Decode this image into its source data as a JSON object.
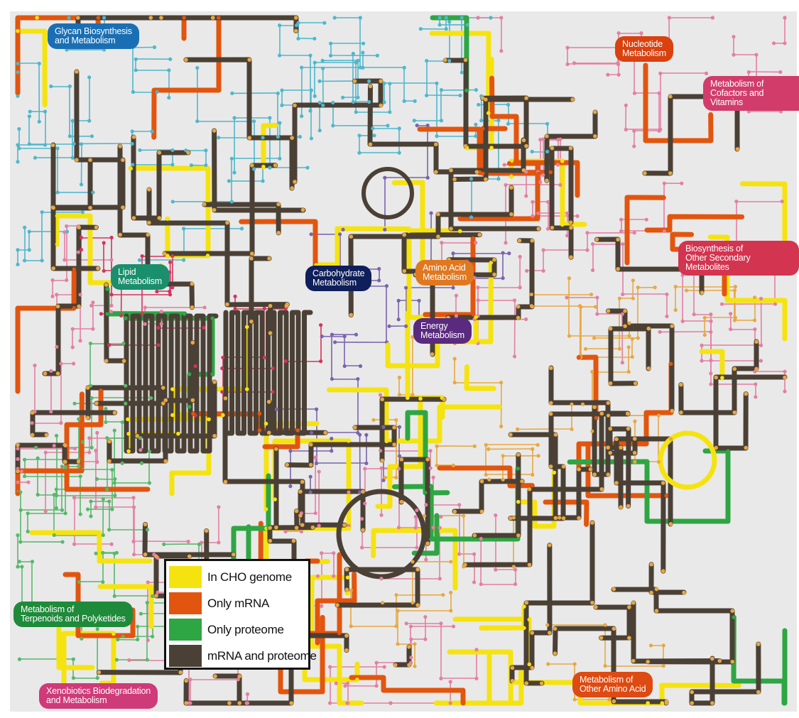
{
  "colors": {
    "background": "#e9e9e9",
    "in_cho_genome": "#f5e310",
    "only_mrna": "#e2550e",
    "only_proteome": "#2ea643",
    "mrna_and_proteome": "#4b4035",
    "cyan_nodes": "#4fb7cc",
    "pink_nodes": "#e37fa3",
    "green_nodes": "#57b86b",
    "purple_nodes": "#7a64ad",
    "orange_nodes": "#e7a842",
    "red_nodes": "#d3345c"
  },
  "labels": {
    "glycan": {
      "text": "Glycan Biosynthesis\nand Metabolism",
      "color": "#1a6fb4"
    },
    "nucleotide": {
      "text": "Nucleotide\nMetabolism",
      "color": "#d9410f"
    },
    "cofactors": {
      "text": "Metabolism of\nCofactors and Vitamins",
      "color": "#d13c6b"
    },
    "secondary": {
      "text": "Biosynthesis of\nOther Secondary Metabolites",
      "color": "#d3344f"
    },
    "lipid": {
      "text": "Lipid\nMetabolism",
      "color": "#1a8f6d"
    },
    "carbohydrate": {
      "text": "Carbohydrate\nMetabolism",
      "color": "#0f1f5a"
    },
    "amino_acid": {
      "text": "Amino Acid\nMetabolism",
      "color": "#e07820"
    },
    "energy": {
      "text": "Energy\nMetabolism",
      "color": "#5a2a7f"
    },
    "terpenoids": {
      "text": "Metabolism of\nTerpenoids and Polyketides",
      "color": "#1f8a3a"
    },
    "xenobiotics": {
      "text": "Xenobiotics Biodegradation\nand Metabolism",
      "color": "#cf3a78"
    },
    "other_amino": {
      "text": "Metabolism of\nOther Amino Acid",
      "color": "#dd4a12"
    }
  },
  "legend": [
    {
      "label": "In CHO genome",
      "color": "#f5e310"
    },
    {
      "label": "Only mRNA",
      "color": "#e2550e"
    },
    {
      "label": "Only proteome",
      "color": "#2ea643"
    },
    {
      "label": "mRNA and proteome",
      "color": "#4b4035"
    }
  ]
}
